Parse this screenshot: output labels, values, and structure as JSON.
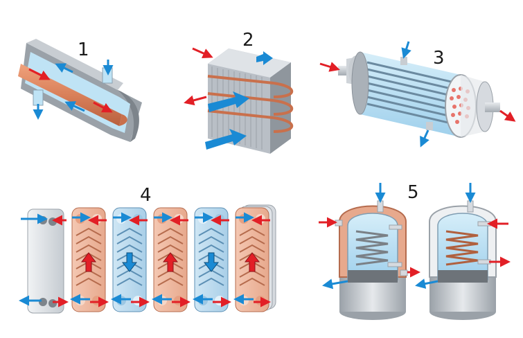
{
  "labels": {
    "n1": "1",
    "n2": "2",
    "n3": "3",
    "n4": "4",
    "n5": "5"
  },
  "colors": {
    "hot": "#e21f26",
    "cold": "#1a8ad4",
    "copper": "#d9805a",
    "water": "#bfe3f5",
    "steel": "#b9bfc6"
  },
  "icons": [
    "hot-flow-arrow",
    "cold-flow-arrow"
  ]
}
